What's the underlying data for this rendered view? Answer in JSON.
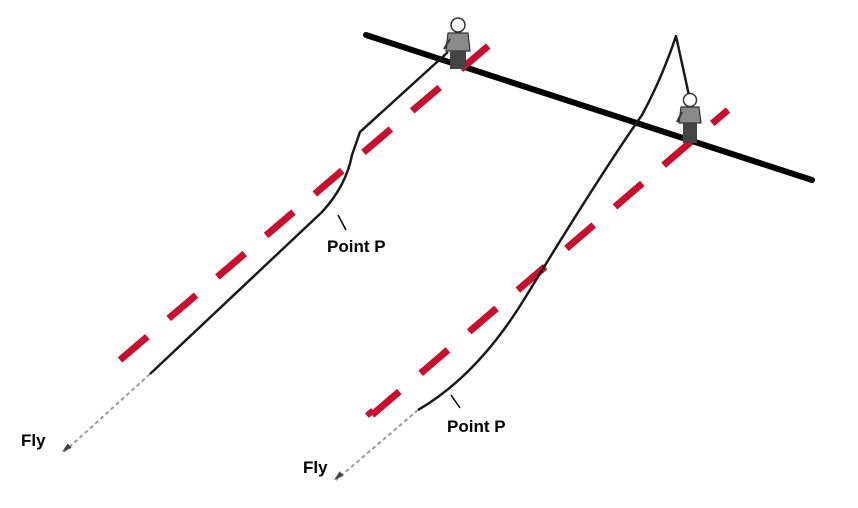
{
  "labels": {
    "point_left": "Point P",
    "point_right": "Point P",
    "fly_left": "Fly",
    "fly_right": "Fly"
  },
  "colors": {
    "bank_line": "#000000",
    "current_dash": "#c8102e",
    "fly_line": "#1a1a1a",
    "leader": "#9a9a9a",
    "angler": "#555555"
  },
  "icons": {
    "angler": "angler-icon",
    "fly": "fly-icon"
  }
}
